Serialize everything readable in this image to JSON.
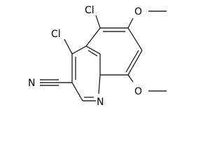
{
  "molecule": {
    "atoms": [
      {
        "id": "Cl4",
        "label": "Cl"
      },
      {
        "id": "Cl5",
        "label": "Cl"
      },
      {
        "id": "O6",
        "label": "O"
      },
      {
        "id": "O8",
        "label": "O"
      },
      {
        "id": "N1",
        "label": "N"
      },
      {
        "id": "Ncn",
        "label": "N"
      }
    ]
  },
  "colors": {
    "bond": "#000000",
    "text": "#000000",
    "background": "#ffffff"
  }
}
